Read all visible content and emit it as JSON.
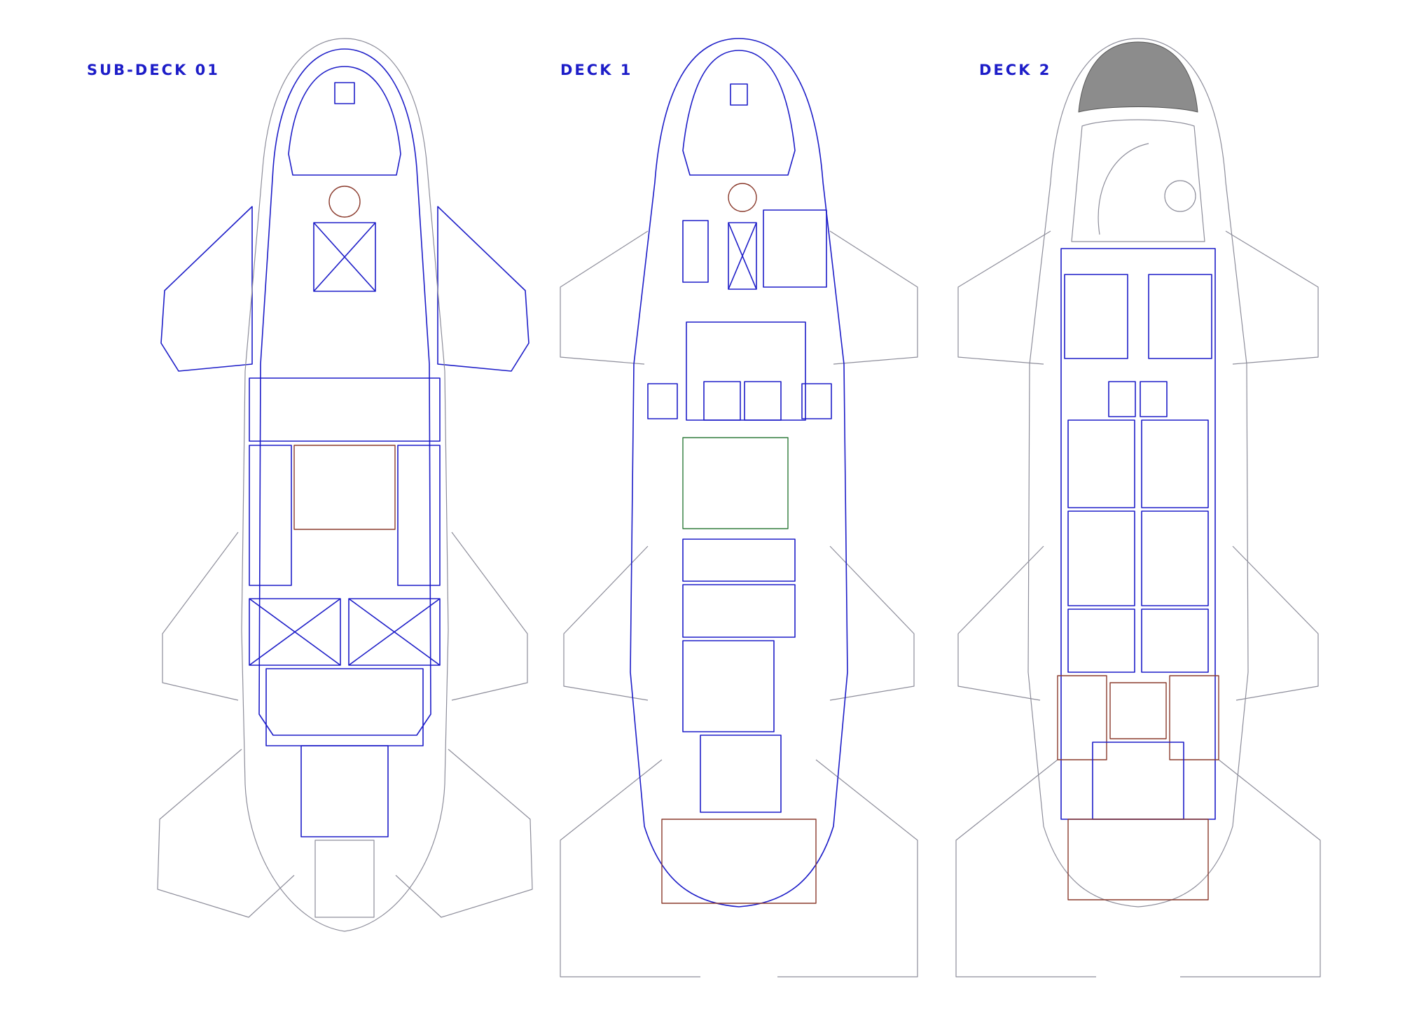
{
  "colors": {
    "blue": "#1d1dc8",
    "grey_line": "#8d8d9a",
    "brown": "#8a3a2c",
    "green": "#2e7a3a",
    "dark_fill": "#8c8c8c"
  },
  "decks": [
    {
      "id": "sub-deck",
      "label": "SUB-DECK 01"
    },
    {
      "id": "deck-1",
      "label": "DECK 1"
    },
    {
      "id": "deck-2",
      "label": "DECK 2"
    }
  ]
}
